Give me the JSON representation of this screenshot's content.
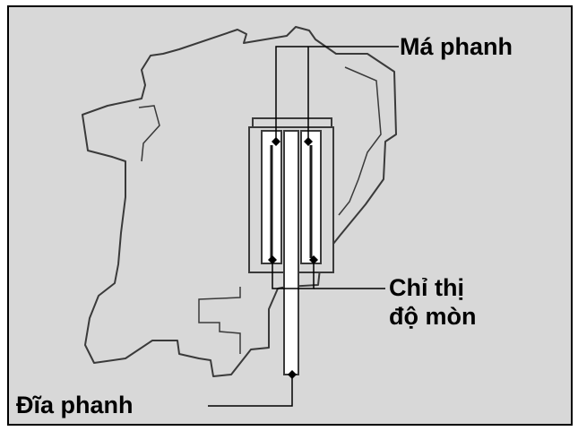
{
  "labels": {
    "brake_pad": "Má phanh",
    "wear_indicator_line1": "Chỉ thị",
    "wear_indicator_line2": "độ mòn",
    "brake_disc": "Đĩa phanh"
  },
  "colors": {
    "background": "#d8d8d8",
    "frame": "#000000",
    "stroke": "#3a3a3a",
    "text": "#000000"
  }
}
